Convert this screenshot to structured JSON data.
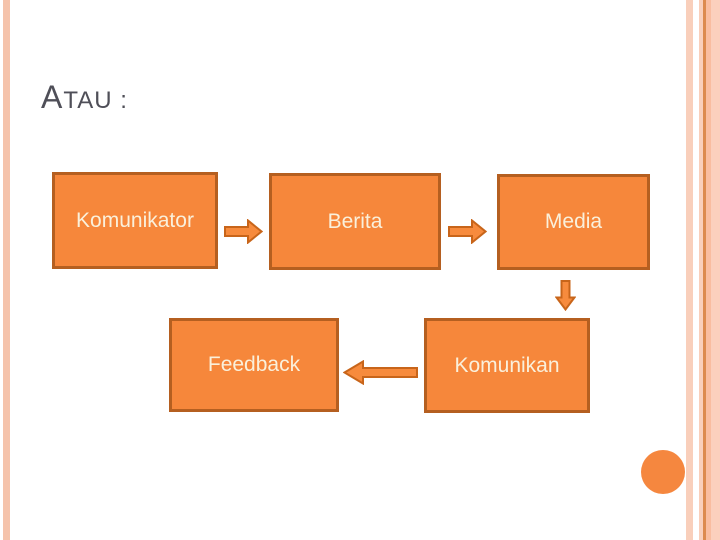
{
  "slide": {
    "title": {
      "lead": "A",
      "rest": "TAU :",
      "full": "Atau :"
    }
  },
  "diagram": {
    "nodes": [
      {
        "id": "komunikator",
        "label": "Komunikator"
      },
      {
        "id": "berita",
        "label": "Berita"
      },
      {
        "id": "media",
        "label": "Media"
      },
      {
        "id": "feedback",
        "label": "Feedback"
      },
      {
        "id": "komunikan",
        "label": "Komunikan"
      }
    ],
    "edges": [
      {
        "from": "komunikator",
        "to": "berita",
        "direction": "right"
      },
      {
        "from": "berita",
        "to": "media",
        "direction": "right"
      },
      {
        "from": "media",
        "to": "komunikan",
        "direction": "down"
      },
      {
        "from": "komunikan",
        "to": "feedback",
        "direction": "left"
      }
    ]
  },
  "colors": {
    "box_fill": "#F6873B",
    "box_border": "#B55F20",
    "box_text": "#FAF0DB",
    "title_text": "#4F4F58",
    "arrow_fill": "#F78B3D",
    "arrow_border": "#C8651A",
    "circle": "#F5873F",
    "side_stripe_light": "#F5C3AB",
    "side_stripe_medium": "#F9BDA0",
    "side_stripe_dark_line": "#DC8A4E"
  }
}
